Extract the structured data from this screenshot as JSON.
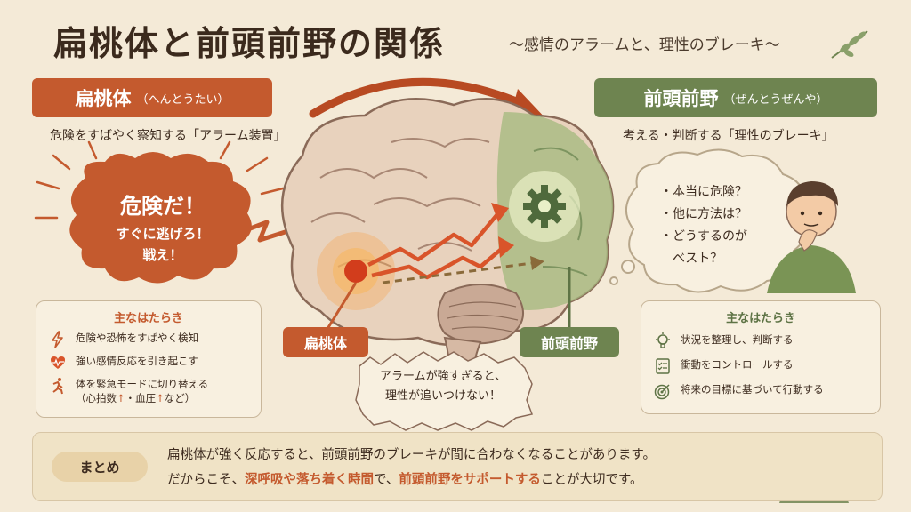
{
  "header": {
    "title": "扁桃体と前頭前野の関係",
    "subtitle": "〜感情のアラームと、理性のブレーキ〜"
  },
  "amygdala": {
    "banner_main": "扁桃体",
    "banner_reading": "（へんとうたい）",
    "description": "危険をすばやく察知する「アラーム装置」",
    "burst": {
      "line1": "危険だ！",
      "line2": "すぐに逃げろ！",
      "line3": "戦え！"
    },
    "brain_label": "扁桃体",
    "functions": {
      "heading": "主なはたらき",
      "items": [
        {
          "icon": "lightning-icon",
          "text": "危険や恐怖をすばやく検知"
        },
        {
          "icon": "heartbeat-icon",
          "text": "強い感情反応を引き起こす"
        },
        {
          "icon": "running-person-icon",
          "text": "体を緊急モードに切り替える",
          "text2_prefix": "（心拍数",
          "arrow": "↑",
          "text2_mid": "・血圧",
          "text2_suffix": "など）"
        }
      ]
    }
  },
  "prefrontal": {
    "banner_main": "前頭前野",
    "banner_reading": "（ぜんとうぜんや）",
    "description": "考える・判断する「理性のブレーキ」",
    "thought": {
      "line1": "・本当に危険？",
      "line2": "・他に方法は？",
      "line3": "・どうするのが",
      "line4": "　ベスト？"
    },
    "brain_label": "前頭前野",
    "functions": {
      "heading": "主なはたらき",
      "items": [
        {
          "icon": "lightbulb-icon",
          "text": "状況を整理し、判断する"
        },
        {
          "icon": "checklist-icon",
          "text": "衝動をコントロールする"
        },
        {
          "icon": "target-icon",
          "text": "将来の目標に基づいて行動する"
        }
      ]
    }
  },
  "speech": {
    "line1": "アラームが強すぎると、",
    "line2": "理性が追いつけない！"
  },
  "summary": {
    "tag": "まとめ",
    "line1": "扁桃体が強く反応すると、前頭前野のブレーキが間に合わなくなることがあります。",
    "line2_a": "だからこそ、",
    "line2_hl1": "深呼吸や落ち着く時間",
    "line2_b": "で、",
    "line2_hl2": "前頭前野をサポートする",
    "line2_c": "ことが大切です。"
  },
  "colors": {
    "amygdala": "#c45a2e",
    "prefrontal": "#6e8450",
    "background": "#f4ead7"
  }
}
